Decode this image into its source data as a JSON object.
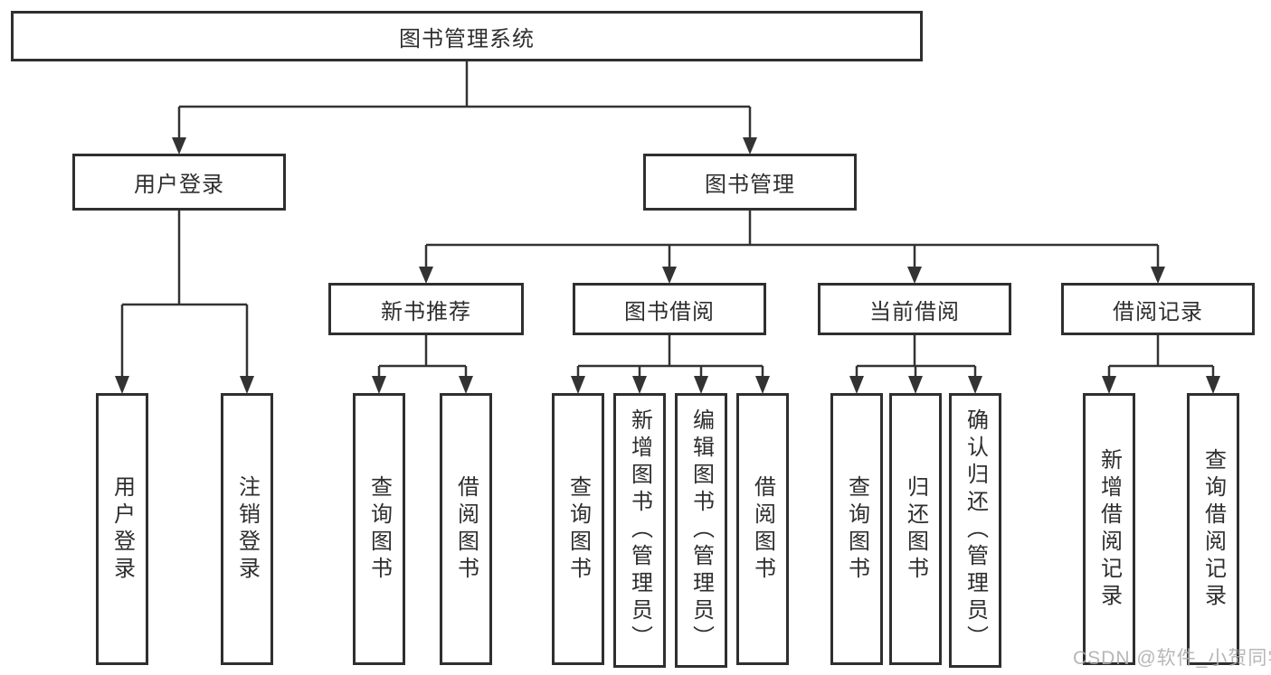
{
  "diagram": {
    "title": "图书管理系统",
    "root": "图书管理系统",
    "level2": [
      "用户登录",
      "图书管理"
    ],
    "level3": [
      "新书推荐",
      "图书借阅",
      "当前借阅",
      "借阅记录"
    ],
    "leaves": {
      "user_login": [
        "用户登录",
        "注销登录"
      ],
      "new_book_recommend": [
        "查询图书",
        "借阅图书"
      ],
      "book_borrow": [
        "查询图书",
        "新增图书（管理员）",
        "编辑图书（管理员）",
        "借阅图书"
      ],
      "current_borrow": [
        "查询图书",
        "归还图书",
        "确认归还（管理员）"
      ],
      "borrow_records": [
        "新增借阅记录",
        "查询借阅记录"
      ]
    }
  },
  "watermark": "CSDN @软件_小贺同学",
  "colors": {
    "line": "#333333",
    "box_border": "#2f2f2f",
    "text": "#2e2e2e",
    "watermark": "#afafaf",
    "background": "#ffffff"
  }
}
